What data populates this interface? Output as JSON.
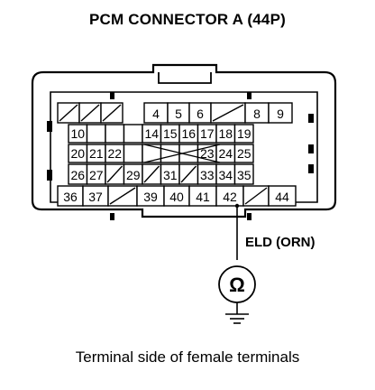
{
  "title": "PCM CONNECTOR A (44P)",
  "caption": "Terminal side of female terminals",
  "probe": {
    "label": "ELD (ORN)",
    "symbol": "Ω",
    "terminal": "42"
  },
  "connector": {
    "rows": [
      [
        "",
        "",
        "",
        "4",
        "5",
        "6",
        "",
        "8",
        "9"
      ],
      [
        "10",
        "",
        "",
        "",
        "14",
        "15",
        "16",
        "17",
        "18",
        "19"
      ],
      [
        "20",
        "21",
        "22",
        "",
        "",
        "",
        "",
        "23",
        "24",
        "25"
      ],
      [
        "26",
        "27",
        "",
        "29",
        "",
        "31",
        "",
        "33",
        "34",
        "35"
      ],
      [
        "36",
        "37",
        "",
        "39",
        "40",
        "41",
        "42",
        "",
        "44"
      ]
    ]
  }
}
